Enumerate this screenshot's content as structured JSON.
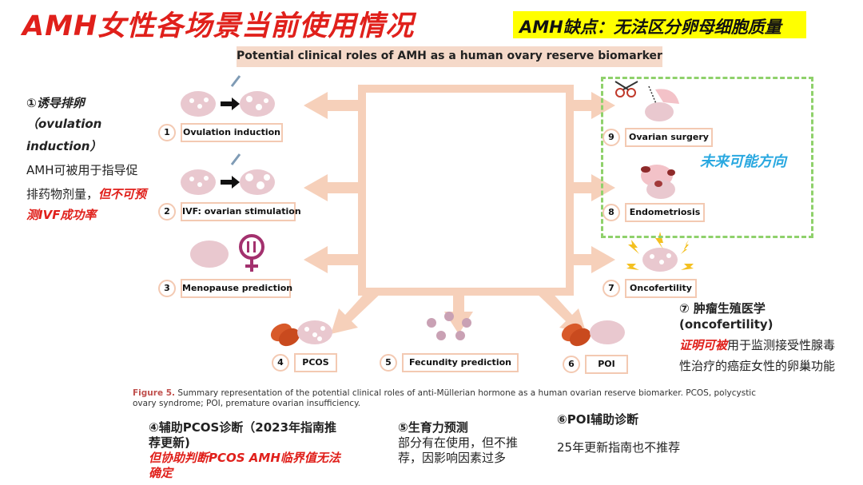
{
  "header": {
    "title": "AMH女性各场景当前使用情况",
    "highlight": "AMH缺点：无法区分卵母细胞质量"
  },
  "figure": {
    "title": "Potential clinical roles of AMH as a human ovary reserve biomarker",
    "roles": [
      {
        "num": "1",
        "label": "Ovulation induction"
      },
      {
        "num": "2",
        "label": "IVF: ovarian stimulation"
      },
      {
        "num": "3",
        "label": "Menopause prediction"
      },
      {
        "num": "4",
        "label": "PCOS"
      },
      {
        "num": "5",
        "label": "Fecundity prediction"
      },
      {
        "num": "6",
        "label": "POI"
      },
      {
        "num": "7",
        "label": "Oncofertility"
      },
      {
        "num": "8",
        "label": "Endometriosis"
      },
      {
        "num": "9",
        "label": "Ovarian surgery"
      }
    ],
    "future_label": "未来可能方向",
    "caption_lead": "Figure 5.",
    "caption_text": "Summary representation of the potential clinical roles of anti-Müllerian hormone as a human ovarian reserve biomarker. PCOS, polycystic ovary syndrome; POI, premature ovarian insufficiency."
  },
  "annotations": {
    "ovulation": {
      "title_1": "①诱导排卵",
      "title_2": "（ovulation",
      "title_3": "induction）",
      "body_1": "AMH可被用于指导促",
      "body_2": "排药物剂量，",
      "body_red_1": "但不可预",
      "body_red_2": "测IVF成功率"
    },
    "oncofertility": {
      "title_1": "⑦ 肿瘤生殖医学",
      "title_2": "(oncofertility)",
      "red": "证明可被",
      "body_1": "用于监测接受性腺毒",
      "body_2": "性治疗的癌症女性的卵巢功能"
    },
    "pcos": {
      "title_1": "④辅助PCOS诊断（2023年指南推",
      "title_2": "荐更新)",
      "red_1": "但协助判断PCOS AMH临界值无法",
      "red_2": "确定"
    },
    "fecundity": {
      "title": "⑤生育力预测",
      "body_1": "部分有在使用，但不推",
      "body_2": "荐，因影响因素过多"
    },
    "poi": {
      "title": "⑥POI辅助诊断",
      "body": "25年更新指南也不推荐"
    }
  },
  "colors": {
    "title_red": "#e0201b",
    "highlight_yellow": "#ffff00",
    "arrow_peach": "#f6d0ba",
    "ovary_pink": "#e8b9c4",
    "future_blue": "#29a8e0",
    "dashed_green": "#8fd16b"
  }
}
